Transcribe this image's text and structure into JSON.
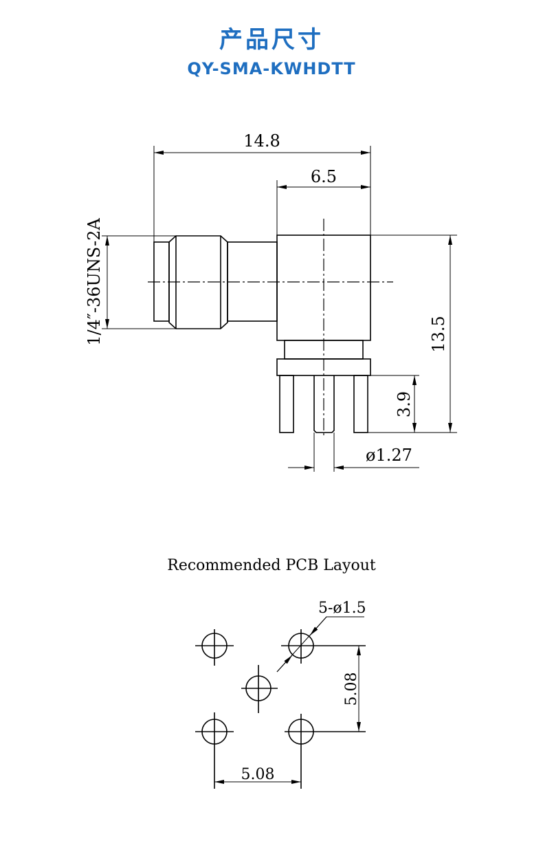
{
  "header": {
    "title": "产品尺寸",
    "model": "QY-SMA-KWHDTT"
  },
  "side_view": {
    "dim_total_length": "14.8",
    "dim_body_width": "6.5",
    "dim_height": "13.5",
    "dim_pin_length": "3.9",
    "dim_pin_diameter": "ø1.27",
    "thread_spec": "1/4″-36UNS-2A"
  },
  "pcb_layout": {
    "title": "Recommended PCB Layout",
    "hole_callout": "5-ø1.5",
    "dim_vertical": "5.08",
    "dim_horizontal": "5.08"
  },
  "colors": {
    "title": "#1e6ec0"
  }
}
